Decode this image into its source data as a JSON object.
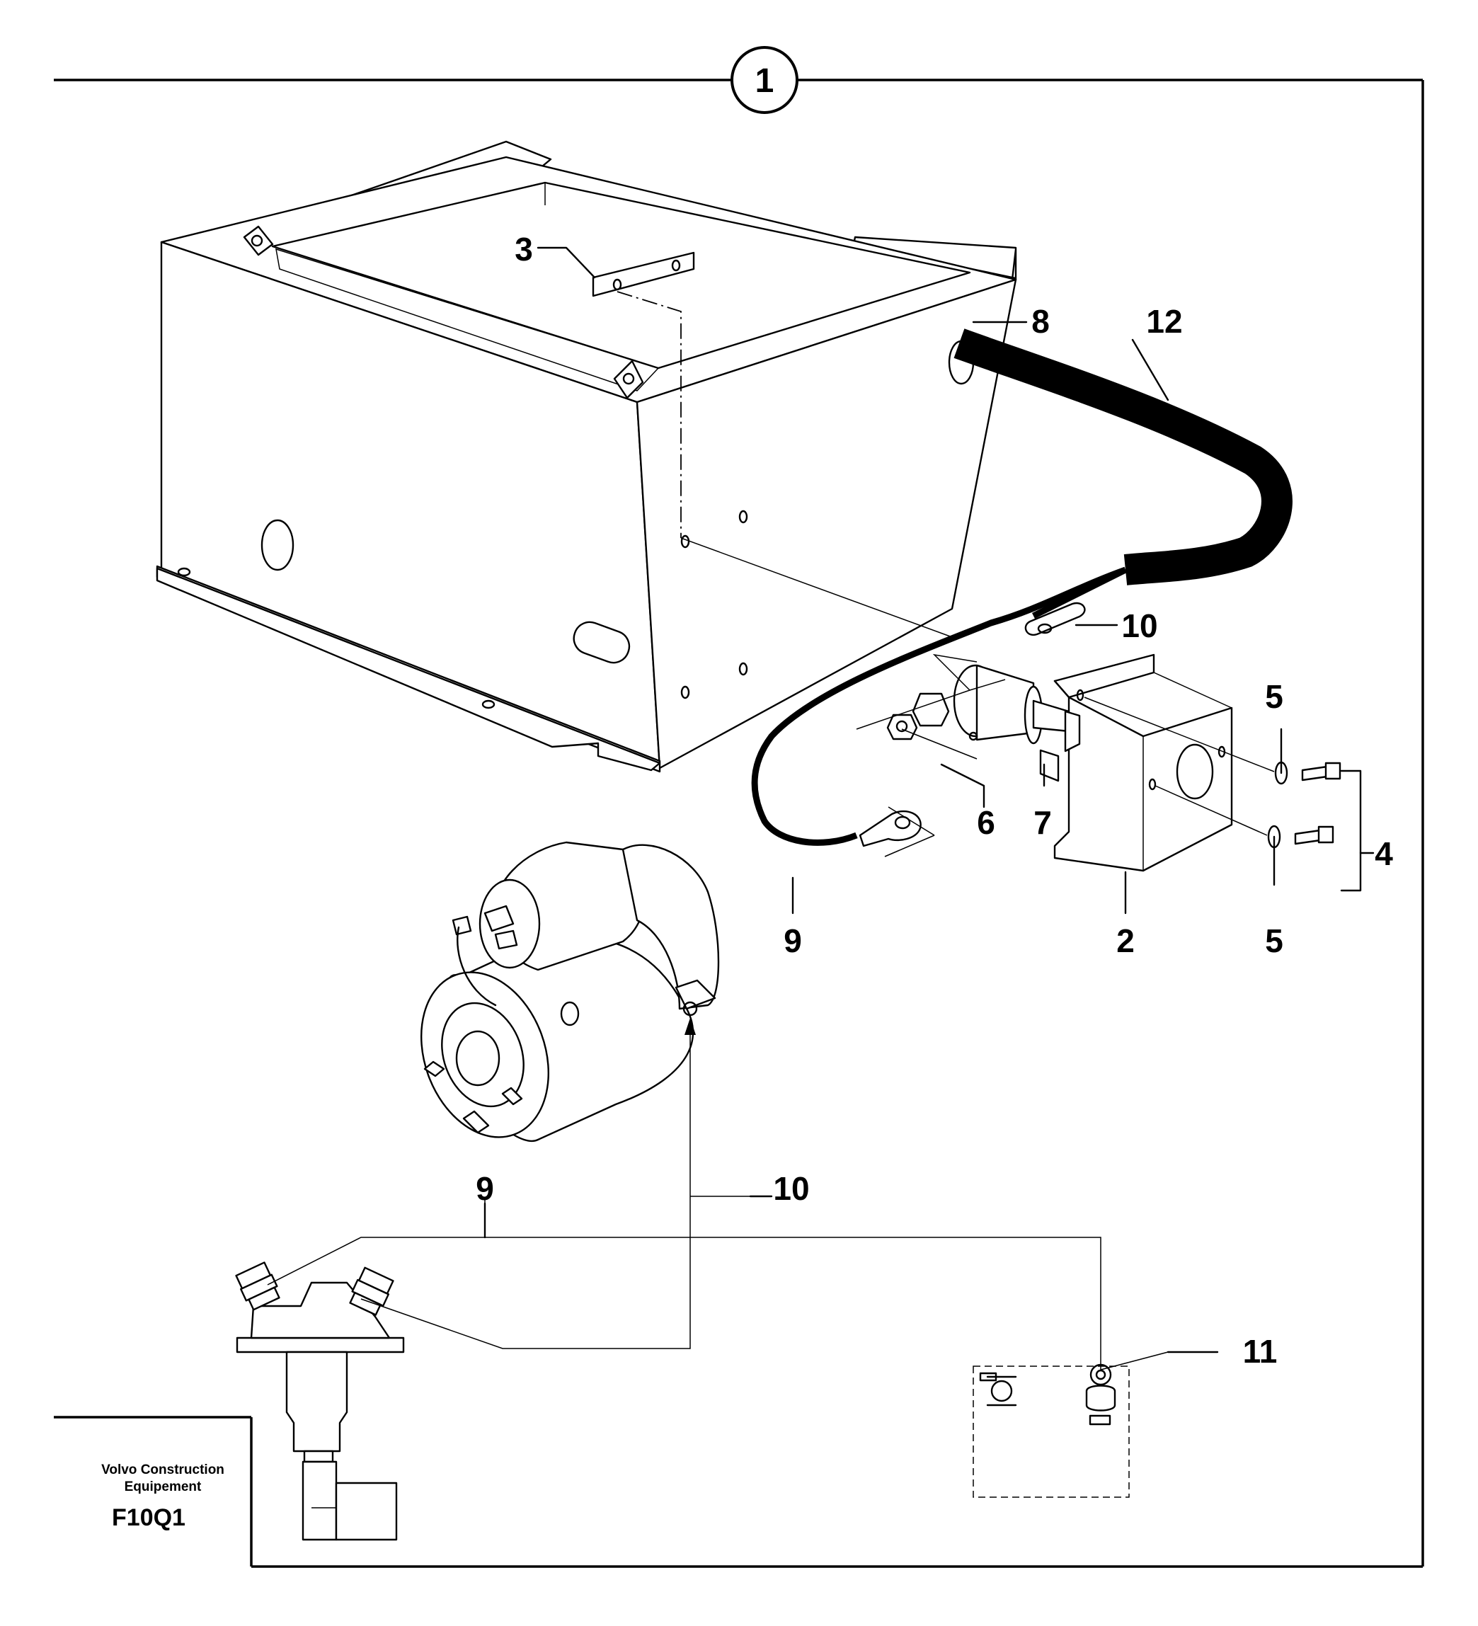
{
  "view_number": "1",
  "callouts": [
    {
      "id": "c1",
      "text": "1"
    },
    {
      "id": "c2",
      "text": "2"
    },
    {
      "id": "c3",
      "text": "3"
    },
    {
      "id": "c4",
      "text": "4"
    },
    {
      "id": "c5a",
      "text": "5"
    },
    {
      "id": "c5b",
      "text": "5"
    },
    {
      "id": "c6",
      "text": "6"
    },
    {
      "id": "c7",
      "text": "7"
    },
    {
      "id": "c8",
      "text": "8"
    },
    {
      "id": "c9a",
      "text": "9"
    },
    {
      "id": "c9b",
      "text": "9"
    },
    {
      "id": "c10a",
      "text": "10"
    },
    {
      "id": "c10b",
      "text": "10"
    },
    {
      "id": "c11",
      "text": "11"
    },
    {
      "id": "c12",
      "text": "12"
    }
  ],
  "title_block": {
    "company_line1": "Volvo Construction",
    "company_line2": "Equipement",
    "drawing_code": "F10Q1"
  }
}
